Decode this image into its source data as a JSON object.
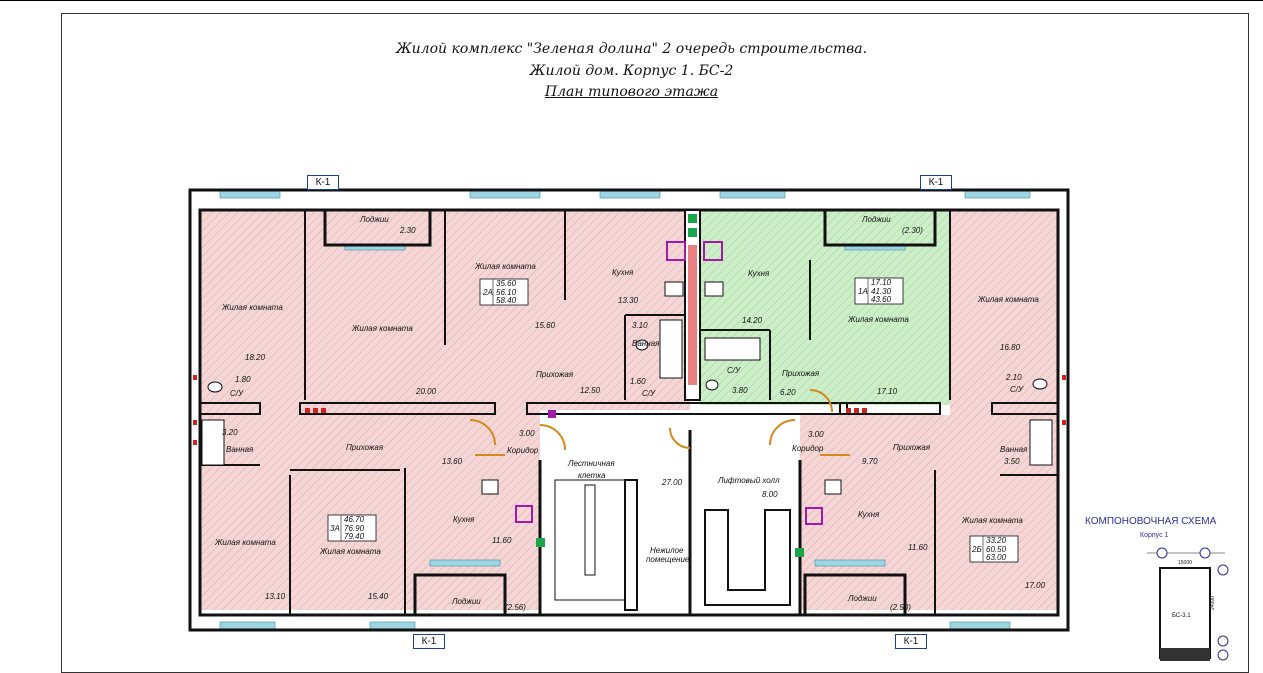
{
  "title": {
    "line1": "Жилой комплекс \"Зеленая долина\" 2 очередь строительства.",
    "line2": "Жилой дом. Корпус 1. БС-2",
    "line3": "План типового этажа"
  },
  "section_marks": [
    "К-1",
    "К-1",
    "К-1",
    "К-1"
  ],
  "rooms": {
    "loggia_tl": {
      "label": "Лоджии",
      "area": "2.30"
    },
    "loggia_tr": {
      "label": "Лоджии",
      "area": "(2.30)"
    },
    "loggia_bl": {
      "label": "Лоджии",
      "area": "(2.56)"
    },
    "loggia_br": {
      "label": "Лоджии",
      "area": "(2.50)"
    },
    "living_far_left": {
      "label": "Жилая комната",
      "area": "18.20"
    },
    "living_2a_left": {
      "label": "Жилая комната",
      "area": "20.00"
    },
    "living_2a_right": {
      "label": "Жилая комната",
      "area": "15.60"
    },
    "kitchen_2a": {
      "label": "Кухня",
      "area": "13.30"
    },
    "bath_2a": {
      "label": "Ванная",
      "area": "3.10"
    },
    "wc_2a": {
      "label": "С/У",
      "area": "1.60"
    },
    "hall_2a": {
      "label": "Прихожая",
      "area": "12.50"
    },
    "wc_left": {
      "label": "С/У",
      "area": "1.80"
    },
    "bath_left": {
      "label": "Ванная",
      "area": "3.20"
    },
    "kitchen_1a": {
      "label": "Кухня",
      "area": "14.20"
    },
    "wc_1a": {
      "label": "С/У",
      "area": "3.80"
    },
    "hall_1a": {
      "label": "Прихожая",
      "area": "6.20"
    },
    "living_1a": {
      "label": "Жилая комната",
      "area": "17.10"
    },
    "living_far_right": {
      "label": "Жилая комната",
      "area": "16.80"
    },
    "wc_right": {
      "label": "С/У",
      "area": "2.10"
    },
    "bath_right": {
      "label": "Ванная",
      "area": "3.50"
    },
    "corridor_left": {
      "label": "Коридор",
      "area": "3.00"
    },
    "corridor_right": {
      "label": "Коридор",
      "area": "3.00"
    },
    "hall_3a": {
      "label": "Прихожая",
      "area": "13.60"
    },
    "living_3a_left": {
      "label": "Жилая комната",
      "area": "13.10"
    },
    "living_3a_right": {
      "label": "Жилая комната",
      "area": "15.40"
    },
    "kitchen_3a": {
      "label": "Кухня",
      "area": "11.60"
    },
    "stair": {
      "label1": "Лестничная",
      "label2": "клетка"
    },
    "stair_area": {
      "area": "27.00"
    },
    "lift_hall": {
      "label": "Лифтовый холл",
      "area": "8.00"
    },
    "tech_room": {
      "label1": "Нежилое",
      "label2": "помещение"
    },
    "hall_2b": {
      "label": "Прихожая",
      "area": "9.70"
    },
    "kitchen_2b": {
      "label": "Кухня",
      "area": "11.60"
    },
    "living_2b": {
      "label": "Жилая комната",
      "area": "17.00"
    }
  },
  "apartments": {
    "a2": {
      "code": "2А",
      "v1": "35.60",
      "v2": "56.10",
      "v3": "58.40"
    },
    "a1": {
      "code": "1А",
      "v1": "17.10",
      "v2": "41.30",
      "v3": "43.60"
    },
    "a3": {
      "code": "3А",
      "v1": "46.70",
      "v2": "76.90",
      "v3": "79.40"
    },
    "b2": {
      "code": "2Б",
      "v1": "33.20",
      "v2": "60.50",
      "v3": "63.00"
    }
  },
  "scheme": {
    "title": "КОМПОНОВОЧНАЯ СХЕМА",
    "subtitle": "Корпус 1",
    "block": "БС-3.1",
    "dim_top": "15000",
    "dim_side": "24000"
  },
  "colors": {
    "red_zone": "#f1d0cf",
    "green_zone": "#c8ecc6",
    "wall": "#111111",
    "window": "#9fd4e2",
    "door": "#d4891c",
    "mark_blue": "#1a3ea8"
  }
}
